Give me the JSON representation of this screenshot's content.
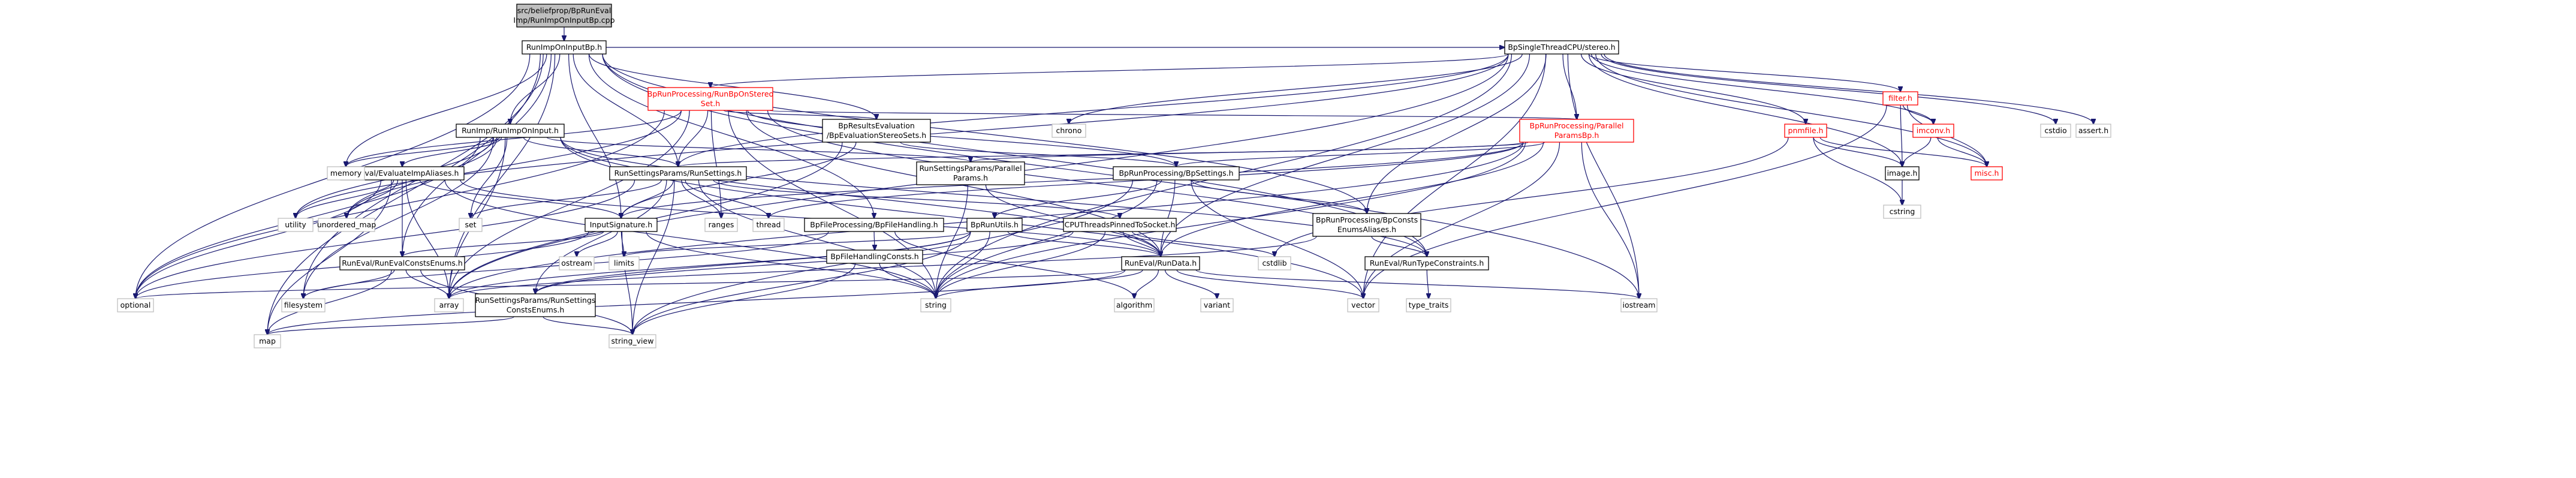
{
  "graph": {
    "edge_color": "#191970",
    "root_fill": "#bfbfbf",
    "red_text": "#ff0000",
    "nodes": [
      {
        "id": "root",
        "lines": [
          "src/beliefprop/BpRunEval",
          "Imp/RunImpOnInputBp.cpp"
        ],
        "style": "root",
        "link": false
      },
      {
        "id": "runimponinputbp",
        "lines": [
          "RunImpOnInputBp.h"
        ],
        "style": "plain",
        "link": true
      },
      {
        "id": "bpsinglethread",
        "lines": [
          "BpSingleThreadCPU/stereo.h"
        ],
        "style": "plain",
        "link": true
      },
      {
        "id": "bprunbponstereoset",
        "lines": [
          "BpRunProcessing/RunBpOnStereo",
          "Set.h"
        ],
        "style": "red",
        "link": true
      },
      {
        "id": "filter",
        "lines": [
          "filter.h"
        ],
        "style": "red",
        "link": true
      },
      {
        "id": "pnmfile",
        "lines": [
          "pnmfile.h"
        ],
        "style": "red",
        "link": true
      },
      {
        "id": "imconv",
        "lines": [
          "imconv.h"
        ],
        "style": "red",
        "link": true
      },
      {
        "id": "misc",
        "lines": [
          "misc.h"
        ],
        "style": "red",
        "link": true
      },
      {
        "id": "image",
        "lines": [
          "image.h"
        ],
        "style": "plain",
        "link": true
      },
      {
        "id": "cstring",
        "lines": [
          "cstring"
        ],
        "style": "system",
        "link": false
      },
      {
        "id": "bpparallelparams",
        "lines": [
          "BpRunProcessing/Parallel",
          "ParamsBp.h"
        ],
        "style": "red",
        "link": true
      },
      {
        "id": "runimponinput",
        "lines": [
          "RunImp/RunImpOnInput.h"
        ],
        "style": "plain",
        "link": true
      },
      {
        "id": "bpresultseval",
        "lines": [
          "BpResultsEvaluation",
          "/BpEvaluationStereoSets.h"
        ],
        "style": "plain",
        "link": true
      },
      {
        "id": "bpsettings",
        "lines": [
          "BpRunProcessing/BpSettings.h"
        ],
        "style": "plain",
        "link": true
      },
      {
        "id": "runsettings",
        "lines": [
          "RunSettingsParams/RunSettings.h"
        ],
        "style": "plain",
        "link": true
      },
      {
        "id": "runsettingsparallel",
        "lines": [
          "RunSettingsParams/Parallel",
          "Params.h"
        ],
        "style": "plain",
        "link": true
      },
      {
        "id": "evaluateimpaliases",
        "lines": [
          "RunEval/EvaluateImpAliases.h"
        ],
        "style": "plain",
        "link": true
      },
      {
        "id": "inputsignature",
        "lines": [
          "InputSignature.h"
        ],
        "style": "plain",
        "link": true
      },
      {
        "id": "filehandling",
        "lines": [
          "BpFileProcessing/BpFileHandling.h"
        ],
        "style": "plain",
        "link": true
      },
      {
        "id": "bpfilehandlingconsts",
        "lines": [
          "BpFileHandlingConsts.h"
        ],
        "style": "plain",
        "link": true
      },
      {
        "id": "bprunutils",
        "lines": [
          "BpRunUtils.h"
        ],
        "style": "plain",
        "link": true
      },
      {
        "id": "cputhreads",
        "lines": [
          "CPUThreadsPinnedToSocket.h"
        ],
        "style": "plain",
        "link": true
      },
      {
        "id": "bpconstsenum",
        "lines": [
          "BpRunProcessing/BpConsts",
          "EnumsAliases.h"
        ],
        "style": "plain",
        "link": true
      },
      {
        "id": "runevalconstsenums",
        "lines": [
          "RunEval/RunEvalConstsEnums.h"
        ],
        "style": "plain",
        "link": true
      },
      {
        "id": "runevaldata",
        "lines": [
          "RunEval/RunData.h"
        ],
        "style": "plain",
        "link": true
      },
      {
        "id": "runtypeconstraints",
        "lines": [
          "RunEval/RunTypeConstraints.h"
        ],
        "style": "plain",
        "link": true
      },
      {
        "id": "runsettingsconstsenums",
        "lines": [
          "RunSettingsParams/RunSettings",
          "ConstsEnums.h"
        ],
        "style": "plain",
        "link": true
      },
      {
        "id": "chrono",
        "lines": [
          "chrono"
        ],
        "style": "system",
        "link": false
      },
      {
        "id": "cstdio",
        "lines": [
          "cstdio"
        ],
        "style": "system",
        "link": false
      },
      {
        "id": "assert",
        "lines": [
          "assert.h"
        ],
        "style": "system",
        "link": false
      },
      {
        "id": "memory",
        "lines": [
          "memory"
        ],
        "style": "system",
        "link": false
      },
      {
        "id": "utility",
        "lines": [
          "utility"
        ],
        "style": "system",
        "link": false
      },
      {
        "id": "unordered_map",
        "lines": [
          "unordered_map"
        ],
        "style": "system",
        "link": false
      },
      {
        "id": "set",
        "lines": [
          "set"
        ],
        "style": "system",
        "link": false
      },
      {
        "id": "ranges",
        "lines": [
          "ranges"
        ],
        "style": "system",
        "link": false
      },
      {
        "id": "thread",
        "lines": [
          "thread"
        ],
        "style": "system",
        "link": false
      },
      {
        "id": "ostream",
        "lines": [
          "ostream"
        ],
        "style": "system",
        "link": false
      },
      {
        "id": "limits",
        "lines": [
          "limits"
        ],
        "style": "system",
        "link": false
      },
      {
        "id": "cstdlib",
        "lines": [
          "cstdlib"
        ],
        "style": "system",
        "link": false
      },
      {
        "id": "optional",
        "lines": [
          "optional"
        ],
        "style": "system",
        "link": false
      },
      {
        "id": "filesystem",
        "lines": [
          "filesystem"
        ],
        "style": "system",
        "link": false
      },
      {
        "id": "array",
        "lines": [
          "array"
        ],
        "style": "system",
        "link": false
      },
      {
        "id": "map",
        "lines": [
          "map"
        ],
        "style": "system",
        "link": false
      },
      {
        "id": "string_view",
        "lines": [
          "string_view"
        ],
        "style": "system",
        "link": false
      },
      {
        "id": "string",
        "lines": [
          "string"
        ],
        "style": "system",
        "link": false
      },
      {
        "id": "algorithm",
        "lines": [
          "algorithm"
        ],
        "style": "system",
        "link": false
      },
      {
        "id": "variant",
        "lines": [
          "variant"
        ],
        "style": "system",
        "link": false
      },
      {
        "id": "vector",
        "lines": [
          "vector"
        ],
        "style": "system",
        "link": false
      },
      {
        "id": "iostream",
        "lines": [
          "iostream"
        ],
        "style": "system",
        "link": false
      },
      {
        "id": "type_traits",
        "lines": [
          "type_traits"
        ],
        "style": "system",
        "link": false
      }
    ],
    "edges": [
      [
        "root",
        "runimponinputbp"
      ],
      [
        "runimponinputbp",
        "bpsinglethread"
      ],
      [
        "runimponinputbp",
        "runimponinput"
      ],
      [
        "runimponinputbp",
        "bpresultseval"
      ],
      [
        "runimponinputbp",
        "runsettings"
      ],
      [
        "runimponinputbp",
        "filehandling"
      ],
      [
        "runimponinputbp",
        "inputsignature"
      ],
      [
        "runimponinputbp",
        "runevalconstsenums"
      ],
      [
        "runimponinputbp",
        "bpconstsenum"
      ],
      [
        "runimponinputbp",
        "runtypeconstraints"
      ],
      [
        "runimponinputbp",
        "memory"
      ],
      [
        "runimponinputbp",
        "optional"
      ],
      [
        "runimponinputbp",
        "filesystem"
      ],
      [
        "runimponinputbp",
        "array"
      ],
      [
        "runimponinputbp",
        "map"
      ],
      [
        "runimponinputbp",
        "iostream"
      ],
      [
        "bpsinglethread",
        "bprunbponstereoset"
      ],
      [
        "bpsinglethread",
        "chrono"
      ],
      [
        "bpsinglethread",
        "filter"
      ],
      [
        "bpsinglethread",
        "pnmfile"
      ],
      [
        "bpsinglethread",
        "imconv"
      ],
      [
        "bpsinglethread",
        "image"
      ],
      [
        "bpsinglethread",
        "misc"
      ],
      [
        "bpsinglethread",
        "cstdio"
      ],
      [
        "bpsinglethread",
        "assert"
      ],
      [
        "bpsinglethread",
        "iostream"
      ],
      [
        "bpsinglethread",
        "bpparallelparams"
      ],
      [
        "bpsinglethread",
        "runsettings"
      ],
      [
        "bpsinglethread",
        "bpconstsenum"
      ],
      [
        "bpsinglethread",
        "runevaldata"
      ],
      [
        "bpsinglethread",
        "utility"
      ],
      [
        "bpsinglethread",
        "array"
      ],
      [
        "bpsinglethread",
        "string"
      ],
      [
        "bpsinglethread",
        "vector"
      ],
      [
        "bprunbponstereoset",
        "bpresultseval"
      ],
      [
        "bprunbponstereoset",
        "bpsettings"
      ],
      [
        "bprunbponstereoset",
        "runsettings"
      ],
      [
        "bprunbponstereoset",
        "bpparallelparams"
      ],
      [
        "bprunbponstereoset",
        "runevaldata"
      ],
      [
        "bprunbponstereoset",
        "runtypeconstraints"
      ],
      [
        "bprunbponstereoset",
        "memory"
      ],
      [
        "bprunbponstereoset",
        "ranges"
      ],
      [
        "bprunbponstereoset",
        "array"
      ],
      [
        "bprunbponstereoset",
        "optional"
      ],
      [
        "bprunbponstereoset",
        "string"
      ],
      [
        "bprunbponstereoset",
        "unordered_map"
      ],
      [
        "filter",
        "imconv"
      ],
      [
        "filter",
        "image"
      ],
      [
        "filter",
        "misc"
      ],
      [
        "filter",
        "vector"
      ],
      [
        "imconv",
        "image"
      ],
      [
        "imconv",
        "misc"
      ],
      [
        "pnmfile",
        "image"
      ],
      [
        "pnmfile",
        "misc"
      ],
      [
        "pnmfile",
        "cstring"
      ],
      [
        "pnmfile",
        "cstdlib"
      ],
      [
        "image",
        "cstring"
      ],
      [
        "bpparallelparams",
        "runsettings"
      ],
      [
        "bpparallelparams",
        "runsettingsparallel"
      ],
      [
        "bpparallelparams",
        "bpsettings"
      ],
      [
        "bpparallelparams",
        "runevaldata"
      ],
      [
        "bpparallelparams",
        "inputsignature"
      ],
      [
        "bpparallelparams",
        "vector"
      ],
      [
        "bpparallelparams",
        "string"
      ],
      [
        "bpparallelparams",
        "iostream"
      ],
      [
        "bpparallelparams",
        "array"
      ],
      [
        "bpparallelparams",
        "thread"
      ],
      [
        "runimponinput",
        "runsettings"
      ],
      [
        "runimponinput",
        "runsettingsparallel"
      ],
      [
        "runimponinput",
        "evaluateimpaliases"
      ],
      [
        "runimponinput",
        "runevaldata"
      ],
      [
        "runimponinput",
        "runtypeconstraints"
      ],
      [
        "runimponinput",
        "memory"
      ],
      [
        "runimponinput",
        "utility"
      ],
      [
        "runimponinput",
        "unordered_map"
      ],
      [
        "runimponinput",
        "set"
      ],
      [
        "runimponinput",
        "optional"
      ],
      [
        "runimponinput",
        "array"
      ],
      [
        "runimponinput",
        "filesystem"
      ],
      [
        "runimponinput",
        "vector"
      ],
      [
        "bpresultseval",
        "bpsettings"
      ],
      [
        "bpresultseval",
        "inputsignature"
      ],
      [
        "bpresultseval",
        "array"
      ],
      [
        "bpsettings",
        "bpconstsenum"
      ],
      [
        "bpsettings",
        "bprunutils"
      ],
      [
        "bpsettings",
        "runevaldata"
      ],
      [
        "bpsettings",
        "string"
      ],
      [
        "bpsettings",
        "vector"
      ],
      [
        "bpsettings",
        "string_view"
      ],
      [
        "runsettings",
        "inputsignature"
      ],
      [
        "runsettings",
        "cputhreads"
      ],
      [
        "runsettings",
        "runsettingsconstsenums"
      ],
      [
        "runsettings",
        "set"
      ],
      [
        "runsettings",
        "ranges"
      ],
      [
        "runsettings",
        "thread"
      ],
      [
        "runsettings",
        "optional"
      ],
      [
        "runsettings",
        "string"
      ],
      [
        "runsettings",
        "string_view"
      ],
      [
        "runsettingsparallel",
        "runevaldata"
      ],
      [
        "runsettingsparallel",
        "string"
      ],
      [
        "evaluateimpaliases",
        "inputsignature"
      ],
      [
        "evaluateimpaliases",
        "runevalconstsenums"
      ],
      [
        "evaluateimpaliases",
        "runevaldata"
      ],
      [
        "evaluateimpaliases",
        "utility"
      ],
      [
        "evaluateimpaliases",
        "unordered_map"
      ],
      [
        "evaluateimpaliases",
        "optional"
      ],
      [
        "evaluateimpaliases",
        "array"
      ],
      [
        "evaluateimpaliases",
        "map"
      ],
      [
        "evaluateimpaliases",
        "string"
      ],
      [
        "inputsignature",
        "runevalconstsenums"
      ],
      [
        "inputsignature",
        "ostream"
      ],
      [
        "inputsignature",
        "limits"
      ],
      [
        "inputsignature",
        "optional"
      ],
      [
        "inputsignature",
        "string"
      ],
      [
        "inputsignature",
        "string_view"
      ],
      [
        "filehandling",
        "bpfilehandlingconsts"
      ],
      [
        "filehandling",
        "filesystem"
      ],
      [
        "filehandling",
        "algorithm"
      ],
      [
        "bpfilehandlingconsts",
        "string_view"
      ],
      [
        "bpfilehandlingconsts",
        "string"
      ],
      [
        "bprunutils",
        "runevaldata"
      ],
      [
        "bprunutils",
        "runsettingsconstsenums"
      ],
      [
        "bprunutils",
        "limits"
      ],
      [
        "bprunutils",
        "string"
      ],
      [
        "bprunutils",
        "string_view"
      ],
      [
        "bprunutils",
        "array"
      ],
      [
        "cputhreads",
        "runevaldata"
      ],
      [
        "cputhreads",
        "runsettingsconstsenums"
      ],
      [
        "cputhreads",
        "string"
      ],
      [
        "cputhreads",
        "cstdlib"
      ],
      [
        "bpconstsenum",
        "runtypeconstraints"
      ],
      [
        "bpconstsenum",
        "array"
      ],
      [
        "runtypeconstraints",
        "type_traits"
      ],
      [
        "runevalconstsenums",
        "array"
      ],
      [
        "runevalconstsenums",
        "filesystem"
      ],
      [
        "runevalconstsenums",
        "map"
      ],
      [
        "runevalconstsenums",
        "string_view"
      ],
      [
        "runevaldata",
        "string"
      ],
      [
        "runevaldata",
        "optional"
      ],
      [
        "runevaldata",
        "algorithm"
      ],
      [
        "runevaldata",
        "variant"
      ],
      [
        "runevaldata",
        "vector"
      ],
      [
        "runevaldata",
        "iostream"
      ],
      [
        "runevaldata",
        "map"
      ],
      [
        "runsettingsconstsenums",
        "map"
      ],
      [
        "runsettingsconstsenums",
        "string_view"
      ]
    ]
  }
}
